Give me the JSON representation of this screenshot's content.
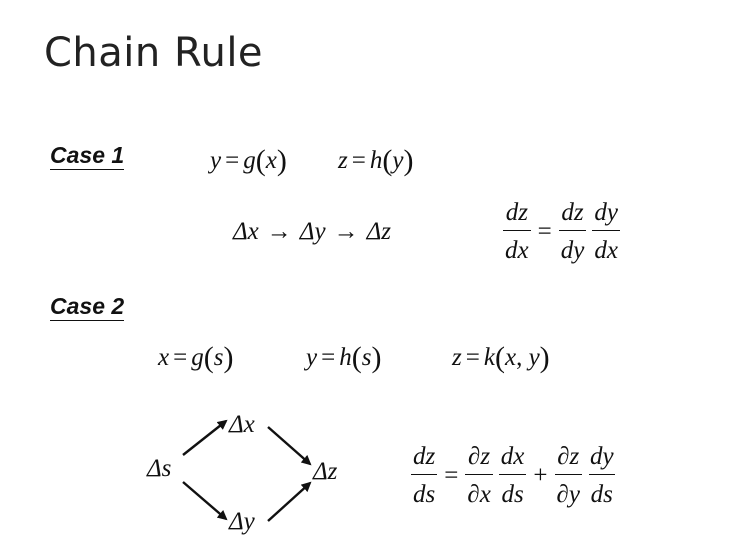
{
  "title": "Chain Rule",
  "case1": {
    "label": "Case 1",
    "g": "g",
    "h": "h",
    "chain_dx": "Δx",
    "chain_dy": "Δy",
    "chain_dz": "Δz",
    "deriv": {
      "lhs_num": "dz",
      "lhs_den": "dx",
      "f1_num": "dz",
      "f1_den": "dy",
      "f2_num": "dy",
      "f2_den": "dx"
    }
  },
  "case2": {
    "label": "Case 2",
    "g": "g",
    "h": "h",
    "k": "k",
    "diagram": {
      "s": "Δs",
      "x": "Δx",
      "y": "Δy",
      "z": "Δz"
    },
    "deriv": {
      "lhs_num": "dz",
      "lhs_den": "ds",
      "t1a_num": "∂z",
      "t1a_den": "∂x",
      "t1b_num": "dx",
      "t1b_den": "ds",
      "t2a_num": "∂z",
      "t2a_den": "∂y",
      "t2b_num": "dy",
      "t2b_den": "ds"
    }
  }
}
